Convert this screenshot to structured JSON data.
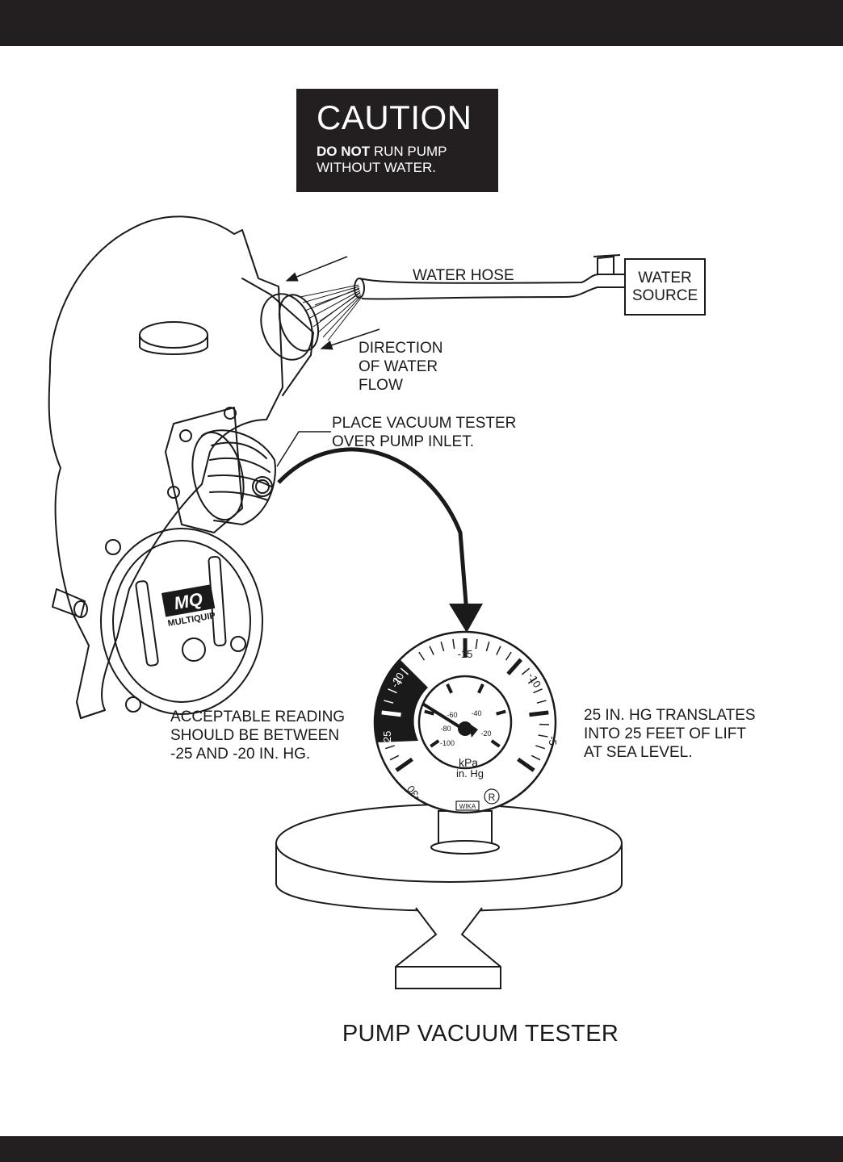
{
  "caution": {
    "title": "CAUTION",
    "line1_bold": "DO NOT",
    "line1_rest": " RUN PUMP",
    "line2": "WITHOUT WATER."
  },
  "labels": {
    "water_hose": "WATER HOSE",
    "water_source": [
      "WATER",
      "SOURCE"
    ],
    "direction": [
      "DIRECTION",
      "OF WATER",
      "FLOW"
    ],
    "place_vacuum": [
      "PLACE VACUUM TESTER",
      "OVER PUMP INLET."
    ],
    "acceptable": [
      "ACCEPTABLE READING",
      "SHOULD BE BETWEEN",
      "-25 AND -20 IN. HG."
    ],
    "translates": [
      "25 IN. HG TRANSLATES",
      "INTO 25 FEET OF LIFT",
      "AT SEA LEVEL."
    ]
  },
  "gauge": {
    "inhg_ticks": [
      "-15",
      "-10",
      "-5",
      "-20",
      "-25",
      "-30"
    ],
    "kpa_ticks": [
      "-60",
      "-40",
      "-20",
      "-80",
      "-100"
    ],
    "units_kpa": "kPa",
    "units_inhg": "in. Hg",
    "brand": "WIKA",
    "registered": "R",
    "needle_reading_inhg": -23
  },
  "pump_brand": {
    "logo": "MQ",
    "name": "MULTIQUIP"
  },
  "caption": "PUMP VACUUM TESTER"
}
